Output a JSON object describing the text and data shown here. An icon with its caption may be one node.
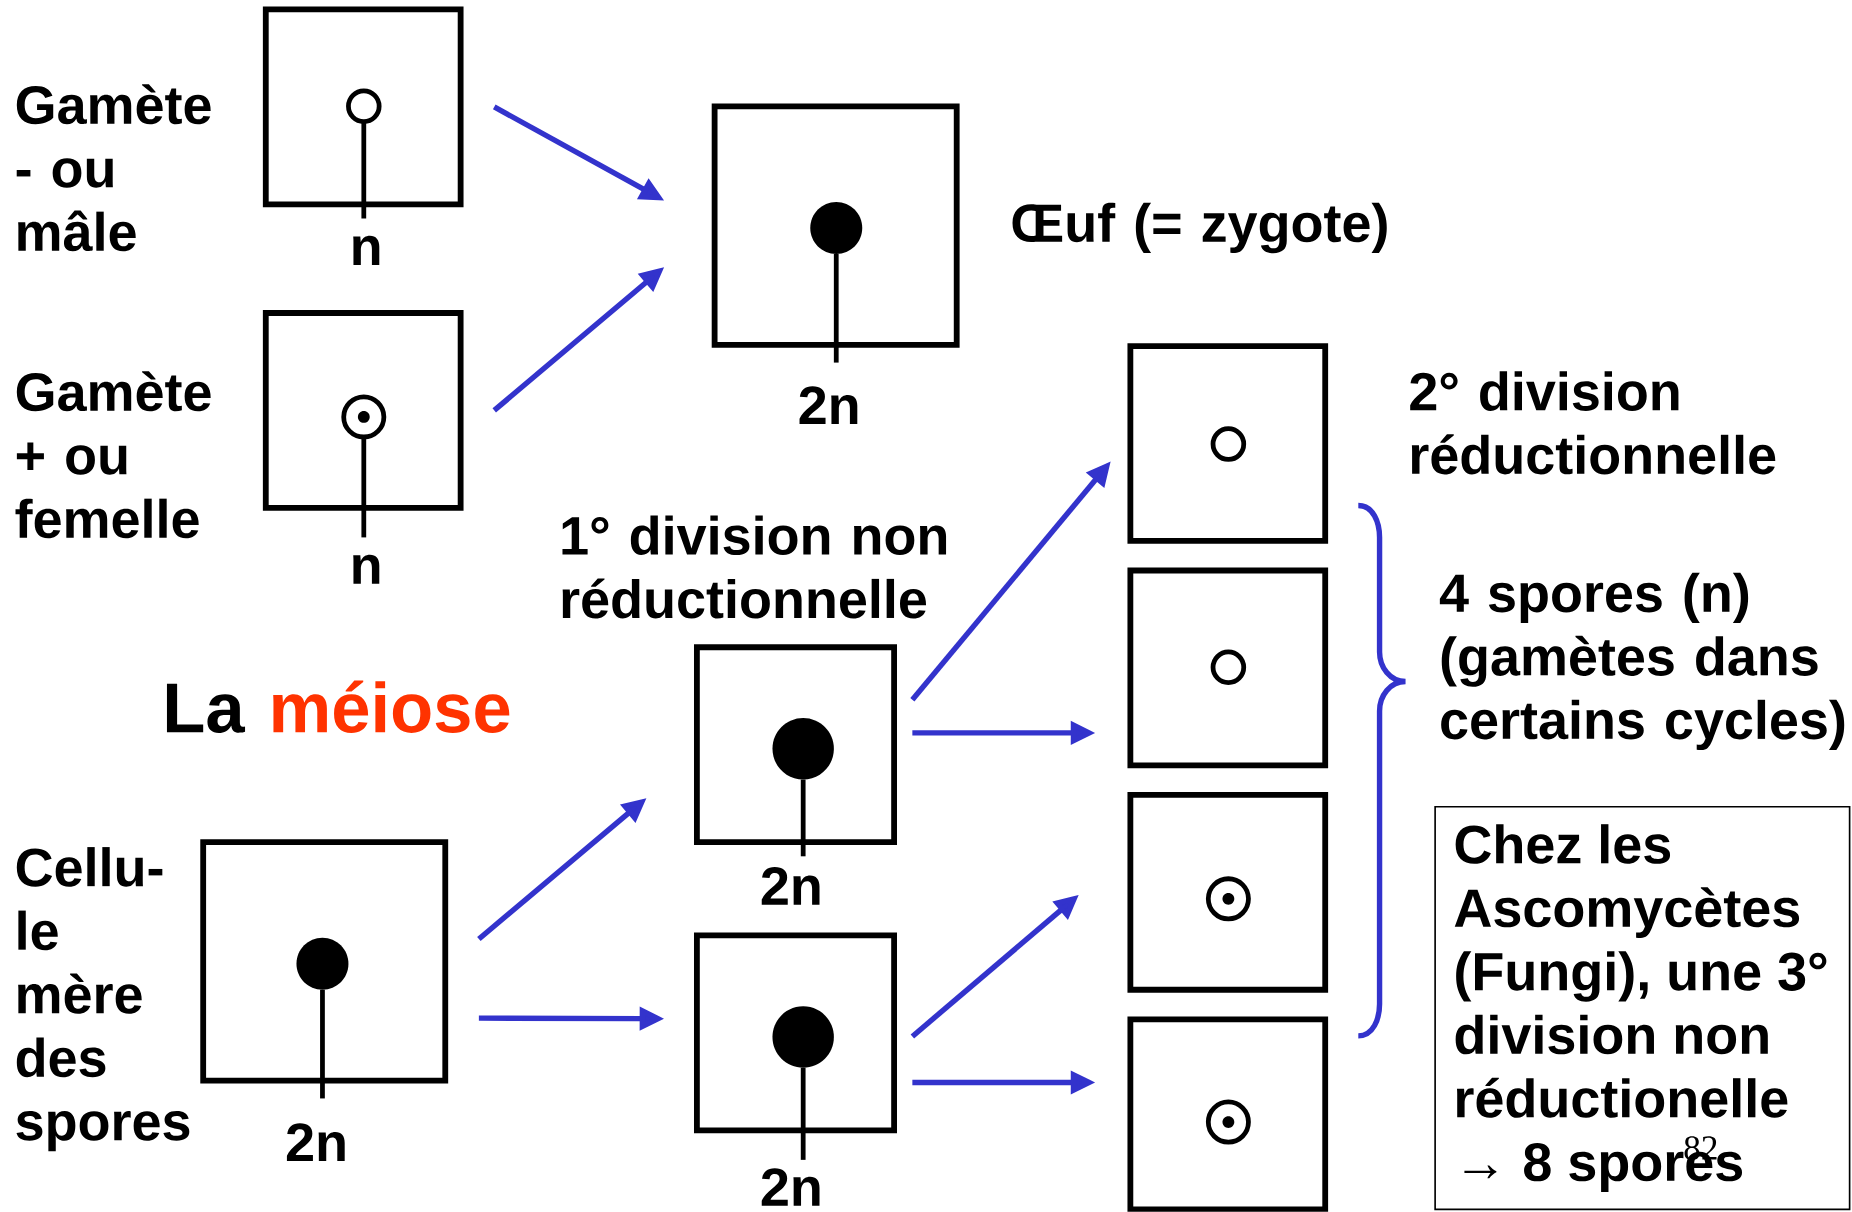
{
  "diagram": {
    "nodes": [
      {
        "text": [
          "Gamète - ou mâle"
        ],
        "beside": [
          "n"
        ]
      },
      {
        "text": [
          "Gamète + ou femelle"
        ],
        "beside": [
          "n"
        ]
      },
      {
        "text": [
          "Œuf (= zygote)"
        ],
        "beside": [
          "2n"
        ]
      },
      {
        "text": [
          "Cellu- le mère des spores"
        ],
        "beside": [
          "2n"
        ]
      },
      {
        "text": [],
        "shape": "box",
        "beside": [
          "2n"
        ]
      },
      {
        "text": [],
        "shape": "box",
        "beside": [
          "2n"
        ]
      },
      {
        "text": [],
        "shape": "box"
      },
      {
        "text": [],
        "shape": "box"
      },
      {
        "text": [],
        "shape": "box"
      },
      {
        "text": [],
        "shape": "box"
      },
      {
        "text": [
          "Chez les Ascomycètes (Fungi), une 3° division non réductionelle → 8 spores"
        ]
      }
    ],
    "edges": [
      {
        "from": 0,
        "to": 2,
        "arrow": "to"
      },
      {
        "from": 1,
        "to": 2,
        "arrow": "to"
      },
      {
        "from": 3,
        "to": 4,
        "arrow": "to"
      },
      {
        "from": 3,
        "to": 5,
        "arrow": "to"
      },
      {
        "from": 4,
        "to": 6,
        "arrow": "to"
      },
      {
        "from": 4,
        "to": 7,
        "arrow": "to"
      },
      {
        "from": 5,
        "to": 8,
        "arrow": "to"
      },
      {
        "from": 5,
        "to": 9,
        "arrow": "to"
      }
    ],
    "labels": [
      "1° division non réductionnelle",
      "2° division réductionnelle",
      "La",
      "méiose",
      "4 spores (n) (gamètes dans certains cycles)",
      "82"
    ]
  }
}
